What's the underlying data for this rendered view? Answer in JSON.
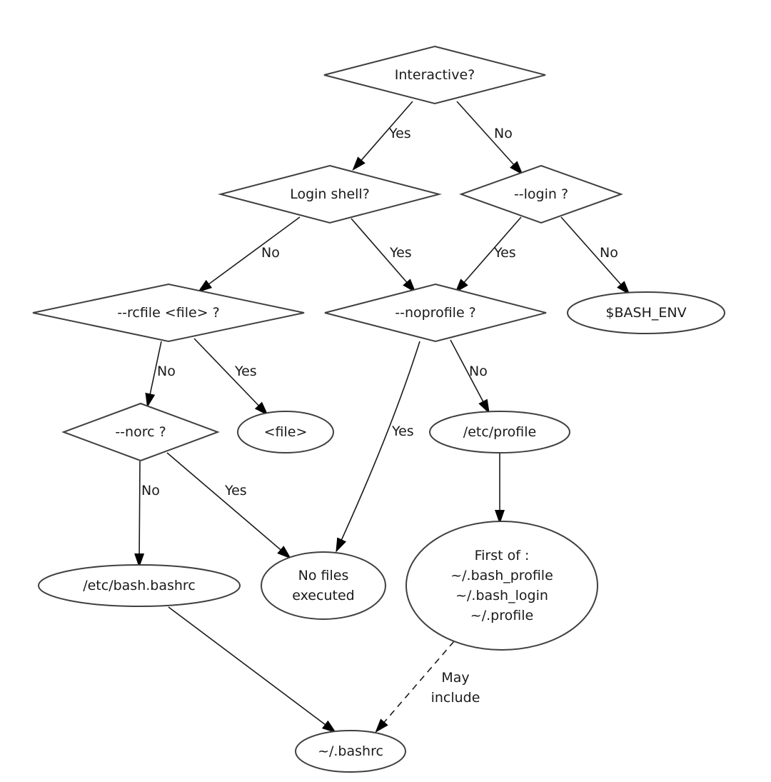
{
  "diagram": {
    "title": "Bash startup files flowchart",
    "nodes": [
      {
        "id": "interactive",
        "shape": "diamond",
        "lines": [
          "Interactive?"
        ]
      },
      {
        "id": "login_shell",
        "shape": "diamond",
        "lines": [
          "Login shell?"
        ]
      },
      {
        "id": "login_flag",
        "shape": "diamond",
        "lines": [
          "--login ?"
        ]
      },
      {
        "id": "rcfile",
        "shape": "diamond",
        "lines": [
          "--rcfile <file> ?"
        ]
      },
      {
        "id": "noprofile",
        "shape": "diamond",
        "lines": [
          "--noprofile ?"
        ]
      },
      {
        "id": "bash_env",
        "shape": "ellipse",
        "lines": [
          "$BASH_ENV"
        ]
      },
      {
        "id": "norc",
        "shape": "diamond",
        "lines": [
          "--norc ?"
        ]
      },
      {
        "id": "file",
        "shape": "ellipse",
        "lines": [
          "<file>"
        ]
      },
      {
        "id": "etc_profile",
        "shape": "ellipse",
        "lines": [
          "/etc/profile"
        ]
      },
      {
        "id": "etc_bashrc",
        "shape": "ellipse",
        "lines": [
          "/etc/bash.bashrc"
        ]
      },
      {
        "id": "no_files",
        "shape": "ellipse",
        "lines": [
          "No files",
          "executed"
        ]
      },
      {
        "id": "first_of",
        "shape": "ellipse",
        "lines": [
          "First of :",
          "~/.bash_profile",
          "~/.bash_login",
          "~/.profile"
        ]
      },
      {
        "id": "bashrc",
        "shape": "ellipse",
        "lines": [
          "~/.bashrc"
        ]
      }
    ],
    "edges": [
      {
        "from": "interactive",
        "to": "login_shell",
        "lines": [
          "Yes"
        ],
        "style": "solid"
      },
      {
        "from": "interactive",
        "to": "login_flag",
        "lines": [
          "No"
        ],
        "style": "solid"
      },
      {
        "from": "login_shell",
        "to": "rcfile",
        "lines": [
          "No"
        ],
        "style": "solid"
      },
      {
        "from": "login_shell",
        "to": "noprofile",
        "lines": [
          "Yes"
        ],
        "style": "solid"
      },
      {
        "from": "login_flag",
        "to": "noprofile",
        "lines": [
          "Yes"
        ],
        "style": "solid"
      },
      {
        "from": "login_flag",
        "to": "bash_env",
        "lines": [
          "No"
        ],
        "style": "solid"
      },
      {
        "from": "rcfile",
        "to": "norc",
        "lines": [
          "No"
        ],
        "style": "solid"
      },
      {
        "from": "rcfile",
        "to": "file",
        "lines": [
          "Yes"
        ],
        "style": "solid"
      },
      {
        "from": "noprofile",
        "to": "no_files",
        "lines": [
          "Yes"
        ],
        "style": "solid"
      },
      {
        "from": "noprofile",
        "to": "etc_profile",
        "lines": [
          "No"
        ],
        "style": "solid"
      },
      {
        "from": "norc",
        "to": "etc_bashrc",
        "lines": [
          "No"
        ],
        "style": "solid"
      },
      {
        "from": "norc",
        "to": "no_files",
        "lines": [
          "Yes"
        ],
        "style": "solid"
      },
      {
        "from": "etc_profile",
        "to": "first_of",
        "lines": [],
        "style": "solid"
      },
      {
        "from": "etc_bashrc",
        "to": "bashrc",
        "lines": [],
        "style": "solid"
      },
      {
        "from": "first_of",
        "to": "bashrc",
        "lines": [
          "May",
          "include"
        ],
        "style": "dashed"
      }
    ]
  }
}
